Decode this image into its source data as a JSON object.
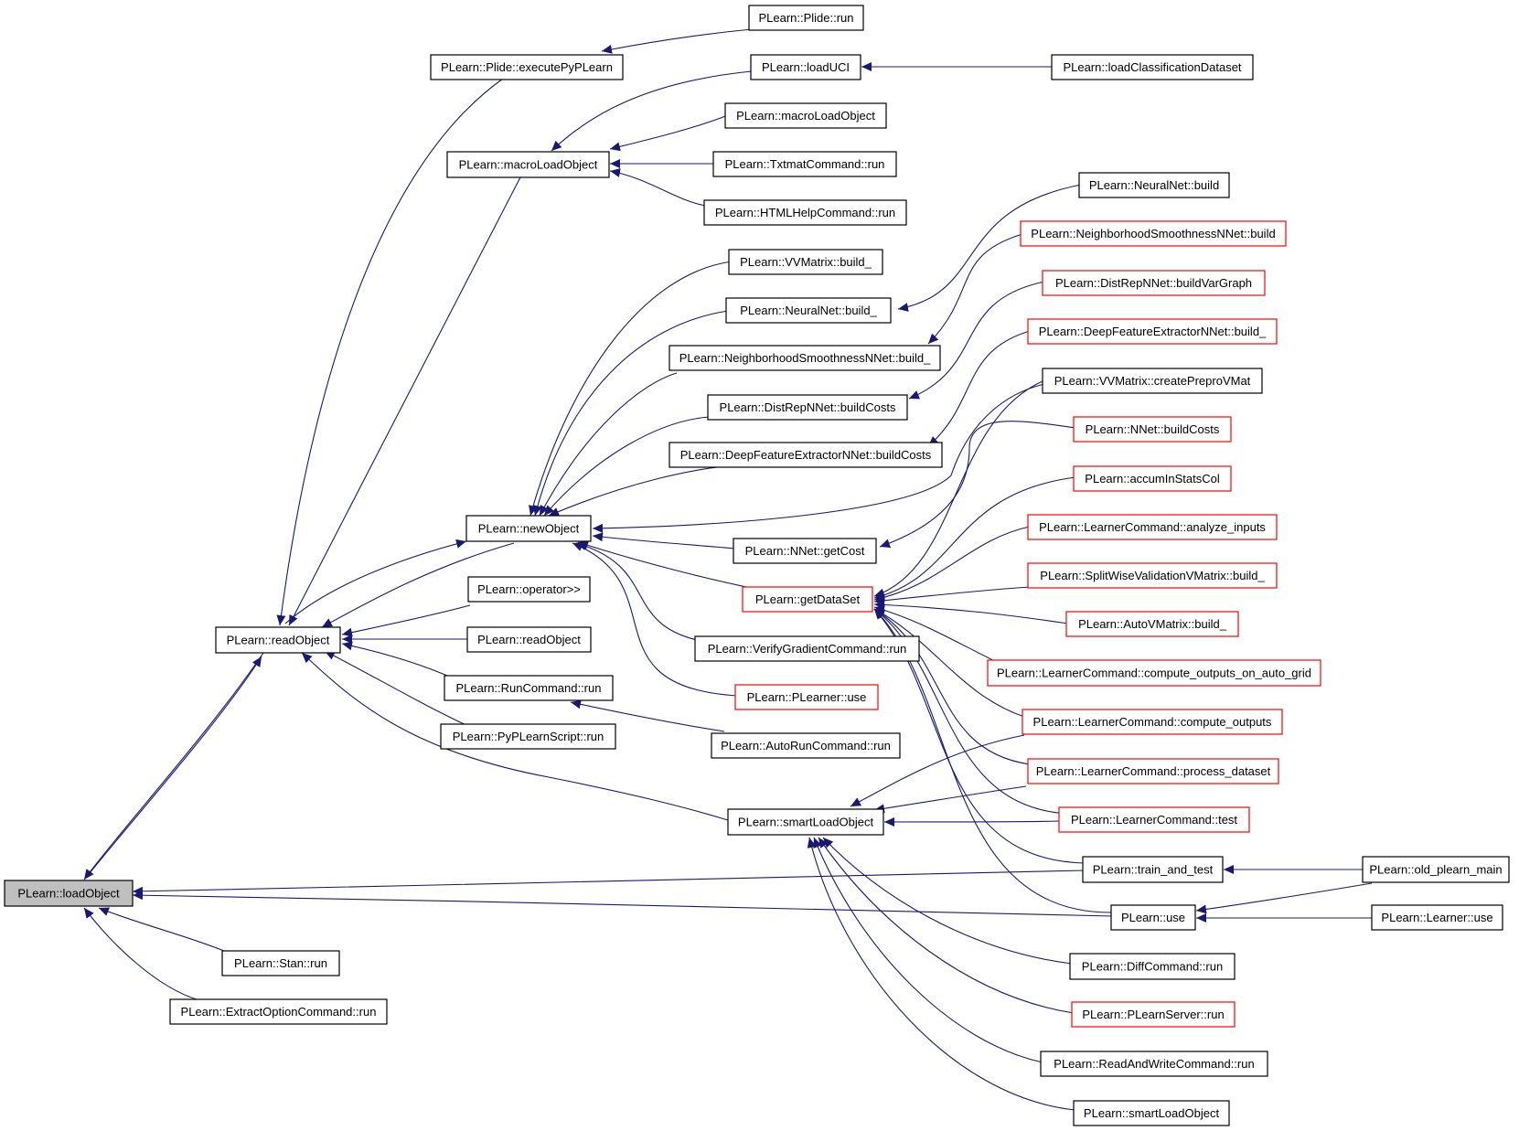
{
  "colors": {
    "edge": "#191970",
    "node_border_default": "#000000",
    "node_border_truncated": "#ff0000",
    "root_fill": "#bfbfbf",
    "node_fill": "#ffffff"
  },
  "nodes": [
    {
      "id": "loadObject",
      "label": "PLearn::loadObject",
      "style": "root"
    },
    {
      "id": "readObject",
      "label": "PLearn::readObject",
      "style": "normal"
    },
    {
      "id": "executePyPLearn",
      "label": "PLearn::Plide::executePyPLearn",
      "style": "normal"
    },
    {
      "id": "plideRun",
      "label": "PLearn::Plide::run",
      "style": "normal"
    },
    {
      "id": "macroLoadObject1",
      "label": "PLearn::macroLoadObject",
      "style": "normal"
    },
    {
      "id": "loadUCI",
      "label": "PLearn::loadUCI",
      "style": "normal"
    },
    {
      "id": "loadClassificationDataset",
      "label": "PLearn::loadClassificationDataset",
      "style": "normal"
    },
    {
      "id": "macroLoadObject2",
      "label": "PLearn::macroLoadObject",
      "style": "normal"
    },
    {
      "id": "txtmatRun",
      "label": "PLearn::TxtmatCommand::run",
      "style": "normal"
    },
    {
      "id": "htmlHelpRun",
      "label": "PLearn::HTMLHelpCommand::run",
      "style": "normal"
    },
    {
      "id": "neuralNetBuild",
      "label": "PLearn::NeuralNet::build",
      "style": "normal"
    },
    {
      "id": "nsnnetBuild",
      "label": "PLearn::NeighborhoodSmoothnessNNet::build",
      "style": "truncated"
    },
    {
      "id": "vvmatrixBuild_",
      "label": "PLearn::VVMatrix::build_",
      "style": "normal"
    },
    {
      "id": "distRepBuildVarGraph",
      "label": "PLearn::DistRepNNet::buildVarGraph",
      "style": "truncated"
    },
    {
      "id": "neuralNetBuild_",
      "label": "PLearn::NeuralNet::build_",
      "style": "normal"
    },
    {
      "id": "deepFeatBuild_",
      "label": "PLearn::DeepFeatureExtractorNNet::build_",
      "style": "truncated"
    },
    {
      "id": "nsnnetBuild_",
      "label": "PLearn::NeighborhoodSmoothnessNNet::build_",
      "style": "normal"
    },
    {
      "id": "createPreproVMat",
      "label": "PLearn::VVMatrix::createPreproVMat",
      "style": "normal"
    },
    {
      "id": "distRepBuildCosts",
      "label": "PLearn::DistRepNNet::buildCosts",
      "style": "normal"
    },
    {
      "id": "nnetBuildCosts",
      "label": "PLearn::NNet::buildCosts",
      "style": "truncated"
    },
    {
      "id": "deepFeatBuildCosts",
      "label": "PLearn::DeepFeatureExtractorNNet::buildCosts",
      "style": "normal"
    },
    {
      "id": "accumInStatsCol",
      "label": "PLearn::accumInStatsCol",
      "style": "truncated"
    },
    {
      "id": "newObject",
      "label": "PLearn::newObject",
      "style": "normal"
    },
    {
      "id": "analyzeInputs",
      "label": "PLearn::LearnerCommand::analyze_inputs",
      "style": "truncated"
    },
    {
      "id": "nnetGetCost",
      "label": "PLearn::NNet::getCost",
      "style": "normal"
    },
    {
      "id": "splitWiseBuild_",
      "label": "PLearn::SplitWiseValidationVMatrix::build_",
      "style": "truncated"
    },
    {
      "id": "operatorIn",
      "label": "PLearn::operator>>",
      "style": "normal"
    },
    {
      "id": "getDataSet",
      "label": "PLearn::getDataSet",
      "style": "truncated"
    },
    {
      "id": "autoVMatrixBuild_",
      "label": "PLearn::AutoVMatrix::build_",
      "style": "truncated"
    },
    {
      "id": "readObject2",
      "label": "PLearn::readObject",
      "style": "normal"
    },
    {
      "id": "verifyGradientRun",
      "label": "PLearn::VerifyGradientCommand::run",
      "style": "normal"
    },
    {
      "id": "computeOutputsAutoGrid",
      "label": "PLearn::LearnerCommand::compute_outputs_on_auto_grid",
      "style": "truncated"
    },
    {
      "id": "runCommandRun",
      "label": "PLearn::RunCommand::run",
      "style": "normal"
    },
    {
      "id": "plearnerUse",
      "label": "PLearn::PLearner::use",
      "style": "truncated"
    },
    {
      "id": "computeOutputs",
      "label": "PLearn::LearnerCommand::compute_outputs",
      "style": "truncated"
    },
    {
      "id": "pyPLearnScriptRun",
      "label": "PLearn::PyPLearnScript::run",
      "style": "normal"
    },
    {
      "id": "autoRunCommandRun",
      "label": "PLearn::AutoRunCommand::run",
      "style": "normal"
    },
    {
      "id": "processDataset",
      "label": "PLearn::LearnerCommand::process_dataset",
      "style": "truncated"
    },
    {
      "id": "smartLoadObject1",
      "label": "PLearn::smartLoadObject",
      "style": "normal"
    },
    {
      "id": "learnerCommandTest",
      "label": "PLearn::LearnerCommand::test",
      "style": "truncated"
    },
    {
      "id": "trainAndTest",
      "label": "PLearn::train_and_test",
      "style": "normal"
    },
    {
      "id": "oldPlearnMain",
      "label": "PLearn::old_plearn_main",
      "style": "normal"
    },
    {
      "id": "use",
      "label": "PLearn::use",
      "style": "normal"
    },
    {
      "id": "learnerUse",
      "label": "PLearn::Learner::use",
      "style": "normal"
    },
    {
      "id": "stanRun",
      "label": "PLearn::Stan::run",
      "style": "normal"
    },
    {
      "id": "diffCommandRun",
      "label": "PLearn::DiffCommand::run",
      "style": "normal"
    },
    {
      "id": "extractOptionRun",
      "label": "PLearn::ExtractOptionCommand::run",
      "style": "normal"
    },
    {
      "id": "plearnServerRun",
      "label": "PLearn::PLearnServer::run",
      "style": "truncated"
    },
    {
      "id": "readAndWriteRun",
      "label": "PLearn::ReadAndWriteCommand::run",
      "style": "normal"
    },
    {
      "id": "smartLoadObject2",
      "label": "PLearn::smartLoadObject",
      "style": "normal"
    }
  ]
}
